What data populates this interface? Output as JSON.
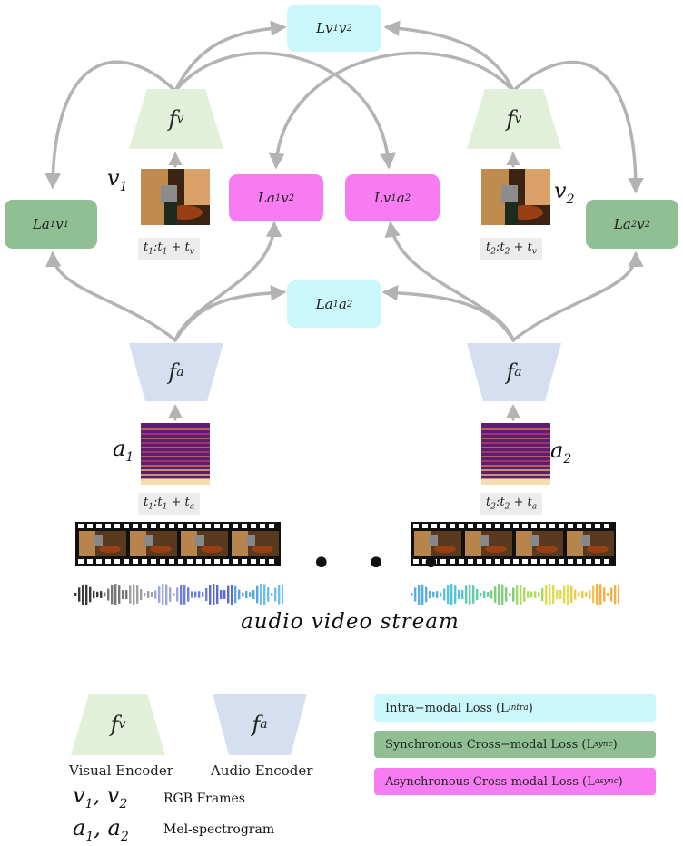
{
  "loss_boxes": {
    "lv1v2": {
      "pre": "Lv",
      "s1": "1",
      "mid": "v",
      "s2": "2"
    },
    "la1v1": {
      "pre": "La",
      "s1": "1",
      "mid": "v",
      "s2": "1"
    },
    "la1v2": {
      "pre": "La",
      "s1": "1",
      "mid": "v",
      "s2": "2"
    },
    "lv1a2": {
      "pre": "Lv",
      "s1": "1",
      "mid": "a",
      "s2": "2"
    },
    "la2v2": {
      "pre": "La",
      "s1": "2",
      "mid": "v",
      "s2": "2"
    },
    "la1a2": {
      "pre": "La",
      "s1": "1",
      "mid": "a",
      "s2": "2"
    }
  },
  "encoders": {
    "fv": {
      "base": "f",
      "sub": "v"
    },
    "fa": {
      "base": "f",
      "sub": "a"
    }
  },
  "inputs": {
    "v1": {
      "base": "v",
      "sub": "1"
    },
    "v2": {
      "base": "v",
      "sub": "2"
    },
    "a1": {
      "base": "a",
      "sub": "1"
    },
    "a2": {
      "base": "a",
      "sub": "2"
    }
  },
  "time_labels": {
    "v1": {
      "t": "t",
      "s": "1",
      "colon": ":",
      "t2": "t",
      "s2": "1",
      "plus": " + t",
      "s3": "v"
    },
    "v2": {
      "t": "t",
      "s": "2",
      "colon": ":",
      "t2": "t",
      "s2": "2",
      "plus": " + t",
      "s3": "v"
    },
    "a1": {
      "t": "t",
      "s": "1",
      "colon": ":",
      "t2": "t",
      "s2": "1",
      "plus": " + t",
      "s3": "a"
    },
    "a2": {
      "t": "t",
      "s": "2",
      "colon": ":",
      "t2": "t",
      "s2": "2",
      "plus": " + t",
      "s3": "a"
    }
  },
  "stream_title": "audio video stream",
  "ellipsis": "• • •",
  "legend": {
    "visual_encoder": "Visual Encoder",
    "audio_encoder": "Audio Encoder",
    "rgb": {
      "v": "v",
      "s1": "1",
      "sep": ", v",
      "s2": "2",
      "desc": "RGB Frames"
    },
    "mel": {
      "a": "a",
      "s1": "1",
      "sep": ", a",
      "s2": "2",
      "desc": "Mel-spectrogram"
    },
    "intra": {
      "label": "Intra−modal Loss (L",
      "sub": "intra",
      "close": ")"
    },
    "sync": {
      "label": "Synchronous Cross−modal Loss (L",
      "sub": "sync",
      "close": ")"
    },
    "async": {
      "label": "Asynchronous Cross-modal Loss (L",
      "sub": "async",
      "close": ")"
    }
  },
  "colors": {
    "intra": "#c9f7fb",
    "sync": "#8fbf92",
    "async": "#f77cf2",
    "visual_encoder": "#e2efd9",
    "audio_encoder": "#d5dff0",
    "arrow": "#b3b3b3"
  }
}
